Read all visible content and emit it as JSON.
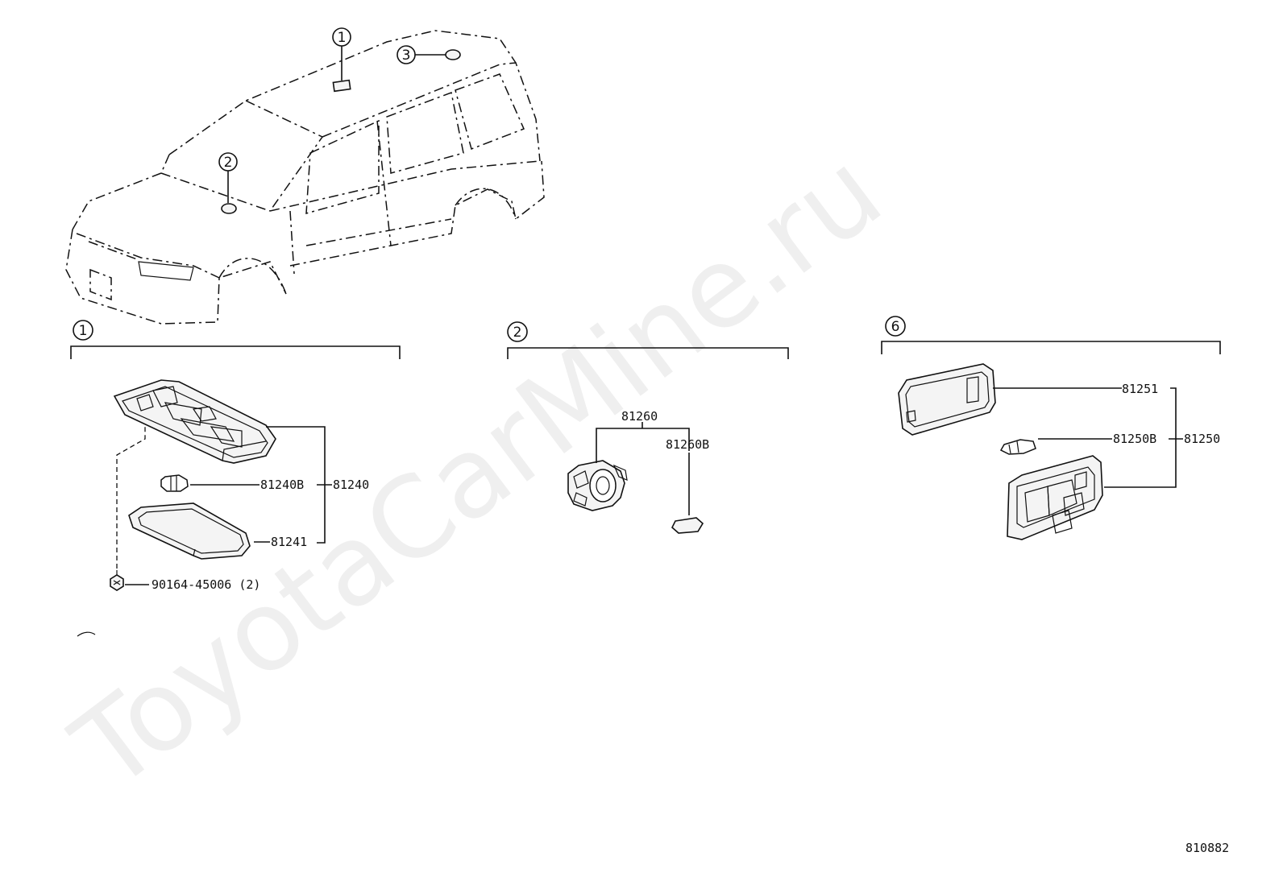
{
  "watermark": "ToyotaCarMine.ru",
  "figure_number": "810882",
  "markers": {
    "m1": "1",
    "m2": "2",
    "m3": "3",
    "section1": "1",
    "section2": "2",
    "section6": "6"
  },
  "section1": {
    "part_81240B": "81240B",
    "part_81240": "81240",
    "part_81241": "81241",
    "part_screw": "90164-45006 (2)"
  },
  "section2": {
    "part_81260": "81260",
    "part_81260B": "81260B"
  },
  "section6": {
    "part_81251": "81251",
    "part_81250B": "81250B",
    "part_81250": "81250"
  }
}
